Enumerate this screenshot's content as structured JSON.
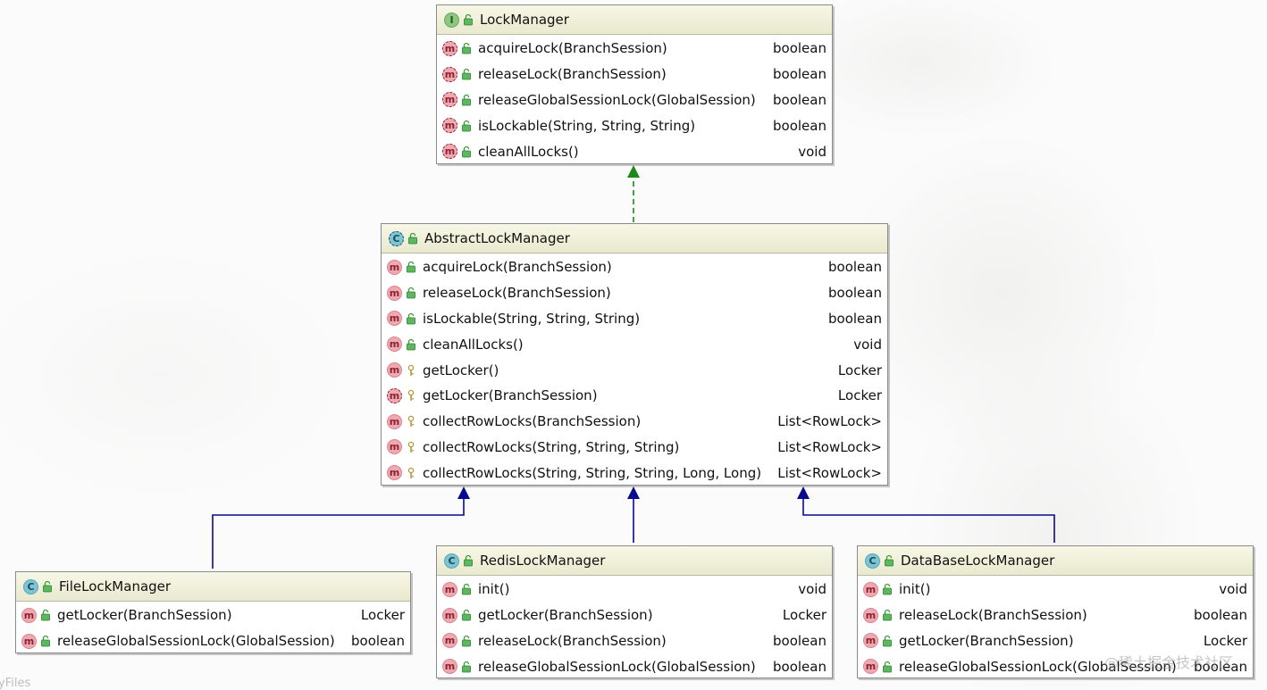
{
  "classes": [
    {
      "id": "lockmanager",
      "name": "LockManager",
      "kind": "interface",
      "kind_letter": "I",
      "members": [
        {
          "kind_letter": "m",
          "abstract": true,
          "visibility": "public",
          "name": "acquireLock(BranchSession)",
          "type": "boolean"
        },
        {
          "kind_letter": "m",
          "abstract": true,
          "visibility": "public",
          "name": "releaseLock(BranchSession)",
          "type": "boolean"
        },
        {
          "kind_letter": "m",
          "abstract": true,
          "visibility": "public",
          "name": "releaseGlobalSessionLock(GlobalSession)",
          "type": "boolean"
        },
        {
          "kind_letter": "m",
          "abstract": true,
          "visibility": "public",
          "name": "isLockable(String, String, String)",
          "type": "boolean"
        },
        {
          "kind_letter": "m",
          "abstract": true,
          "visibility": "public",
          "name": "cleanAllLocks()",
          "type": "void"
        }
      ]
    },
    {
      "id": "abstractlockmanager",
      "name": "AbstractLockManager",
      "kind": "abstract-class",
      "kind_letter": "C",
      "members": [
        {
          "kind_letter": "m",
          "abstract": false,
          "visibility": "public",
          "name": "acquireLock(BranchSession)",
          "type": "boolean"
        },
        {
          "kind_letter": "m",
          "abstract": false,
          "visibility": "public",
          "name": "releaseLock(BranchSession)",
          "type": "boolean"
        },
        {
          "kind_letter": "m",
          "abstract": false,
          "visibility": "public",
          "name": "isLockable(String, String, String)",
          "type": "boolean"
        },
        {
          "kind_letter": "m",
          "abstract": false,
          "visibility": "public",
          "name": "cleanAllLocks()",
          "type": "void"
        },
        {
          "kind_letter": "m",
          "abstract": false,
          "visibility": "protected",
          "name": "getLocker()",
          "type": "Locker"
        },
        {
          "kind_letter": "m",
          "abstract": true,
          "visibility": "protected",
          "name": "getLocker(BranchSession)",
          "type": "Locker"
        },
        {
          "kind_letter": "m",
          "abstract": false,
          "visibility": "protected",
          "name": "collectRowLocks(BranchSession)",
          "type": "List<RowLock>"
        },
        {
          "kind_letter": "m",
          "abstract": false,
          "visibility": "protected",
          "name": "collectRowLocks(String, String, String)",
          "type": "List<RowLock>"
        },
        {
          "kind_letter": "m",
          "abstract": false,
          "visibility": "protected",
          "name": "collectRowLocks(String, String, String, Long, Long)",
          "type": "List<RowLock>"
        }
      ]
    },
    {
      "id": "filelockmanager",
      "name": "FileLockManager",
      "kind": "class",
      "kind_letter": "C",
      "members": [
        {
          "kind_letter": "m",
          "abstract": false,
          "visibility": "public",
          "name": "getLocker(BranchSession)",
          "type": "Locker"
        },
        {
          "kind_letter": "m",
          "abstract": false,
          "visibility": "public",
          "name": "releaseGlobalSessionLock(GlobalSession)",
          "type": "boolean"
        }
      ]
    },
    {
      "id": "redislockmanager",
      "name": "RedisLockManager",
      "kind": "class",
      "kind_letter": "C",
      "members": [
        {
          "kind_letter": "m",
          "abstract": false,
          "visibility": "public",
          "name": "init()",
          "type": "void"
        },
        {
          "kind_letter": "m",
          "abstract": false,
          "visibility": "public",
          "name": "getLocker(BranchSession)",
          "type": "Locker"
        },
        {
          "kind_letter": "m",
          "abstract": false,
          "visibility": "public",
          "name": "releaseLock(BranchSession)",
          "type": "boolean"
        },
        {
          "kind_letter": "m",
          "abstract": false,
          "visibility": "public",
          "name": "releaseGlobalSessionLock(GlobalSession)",
          "type": "boolean"
        }
      ]
    },
    {
      "id": "databaselockmanager",
      "name": "DataBaseLockManager",
      "kind": "class",
      "kind_letter": "C",
      "members": [
        {
          "kind_letter": "m",
          "abstract": false,
          "visibility": "public",
          "name": "init()",
          "type": "void"
        },
        {
          "kind_letter": "m",
          "abstract": false,
          "visibility": "public",
          "name": "releaseLock(BranchSession)",
          "type": "boolean"
        },
        {
          "kind_letter": "m",
          "abstract": false,
          "visibility": "public",
          "name": "getLocker(BranchSession)",
          "type": "Locker"
        },
        {
          "kind_letter": "m",
          "abstract": false,
          "visibility": "public",
          "name": "releaseGlobalSessionLock(GlobalSession)",
          "type": "boolean"
        }
      ]
    }
  ],
  "relations": [
    {
      "type": "realization",
      "from": "AbstractLockManager",
      "to": "LockManager",
      "color": "#1a8a1a"
    },
    {
      "type": "inheritance",
      "from": "FileLockManager",
      "to": "AbstractLockManager",
      "color": "#0a0a8c"
    },
    {
      "type": "inheritance",
      "from": "RedisLockManager",
      "to": "AbstractLockManager",
      "color": "#0a0a8c"
    },
    {
      "type": "inheritance",
      "from": "DataBaseLockManager",
      "to": "AbstractLockManager",
      "color": "#0a0a8c"
    }
  ],
  "watermark": "@稀土掘金技术社区",
  "footer_text": "yFiles"
}
